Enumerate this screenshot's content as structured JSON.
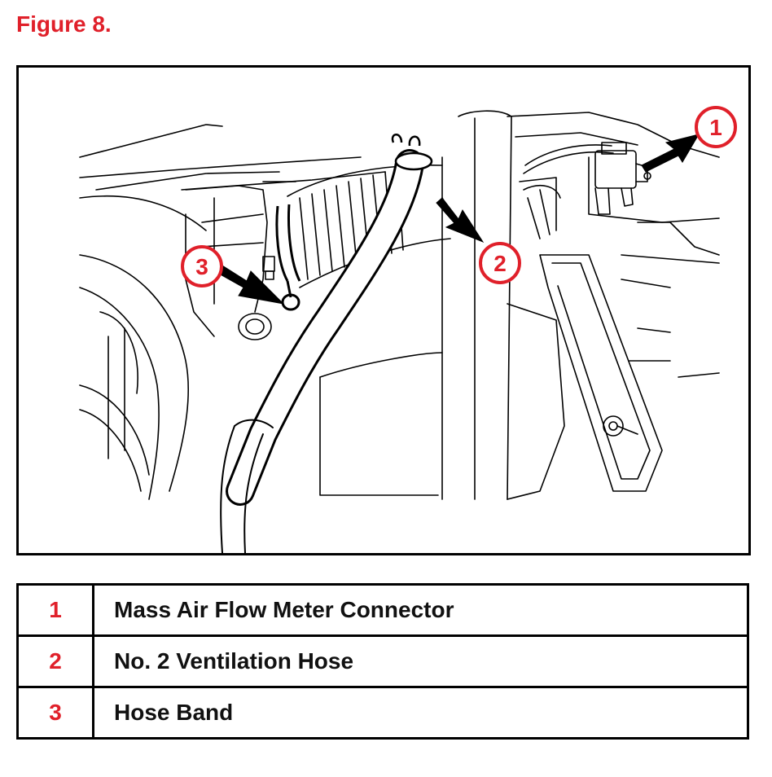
{
  "figure": {
    "title": "Figure 8."
  },
  "callouts": [
    {
      "number": "1"
    },
    {
      "number": "2"
    },
    {
      "number": "3"
    }
  ],
  "legend": {
    "rows": [
      {
        "number": "1",
        "description": "Mass Air Flow Meter Connector"
      },
      {
        "number": "2",
        "description": "No. 2 Ventilation Hose"
      },
      {
        "number": "3",
        "description": "Hose Band"
      }
    ]
  },
  "colors": {
    "accent": "#e0202a",
    "line": "#000000",
    "background": "#ffffff"
  }
}
